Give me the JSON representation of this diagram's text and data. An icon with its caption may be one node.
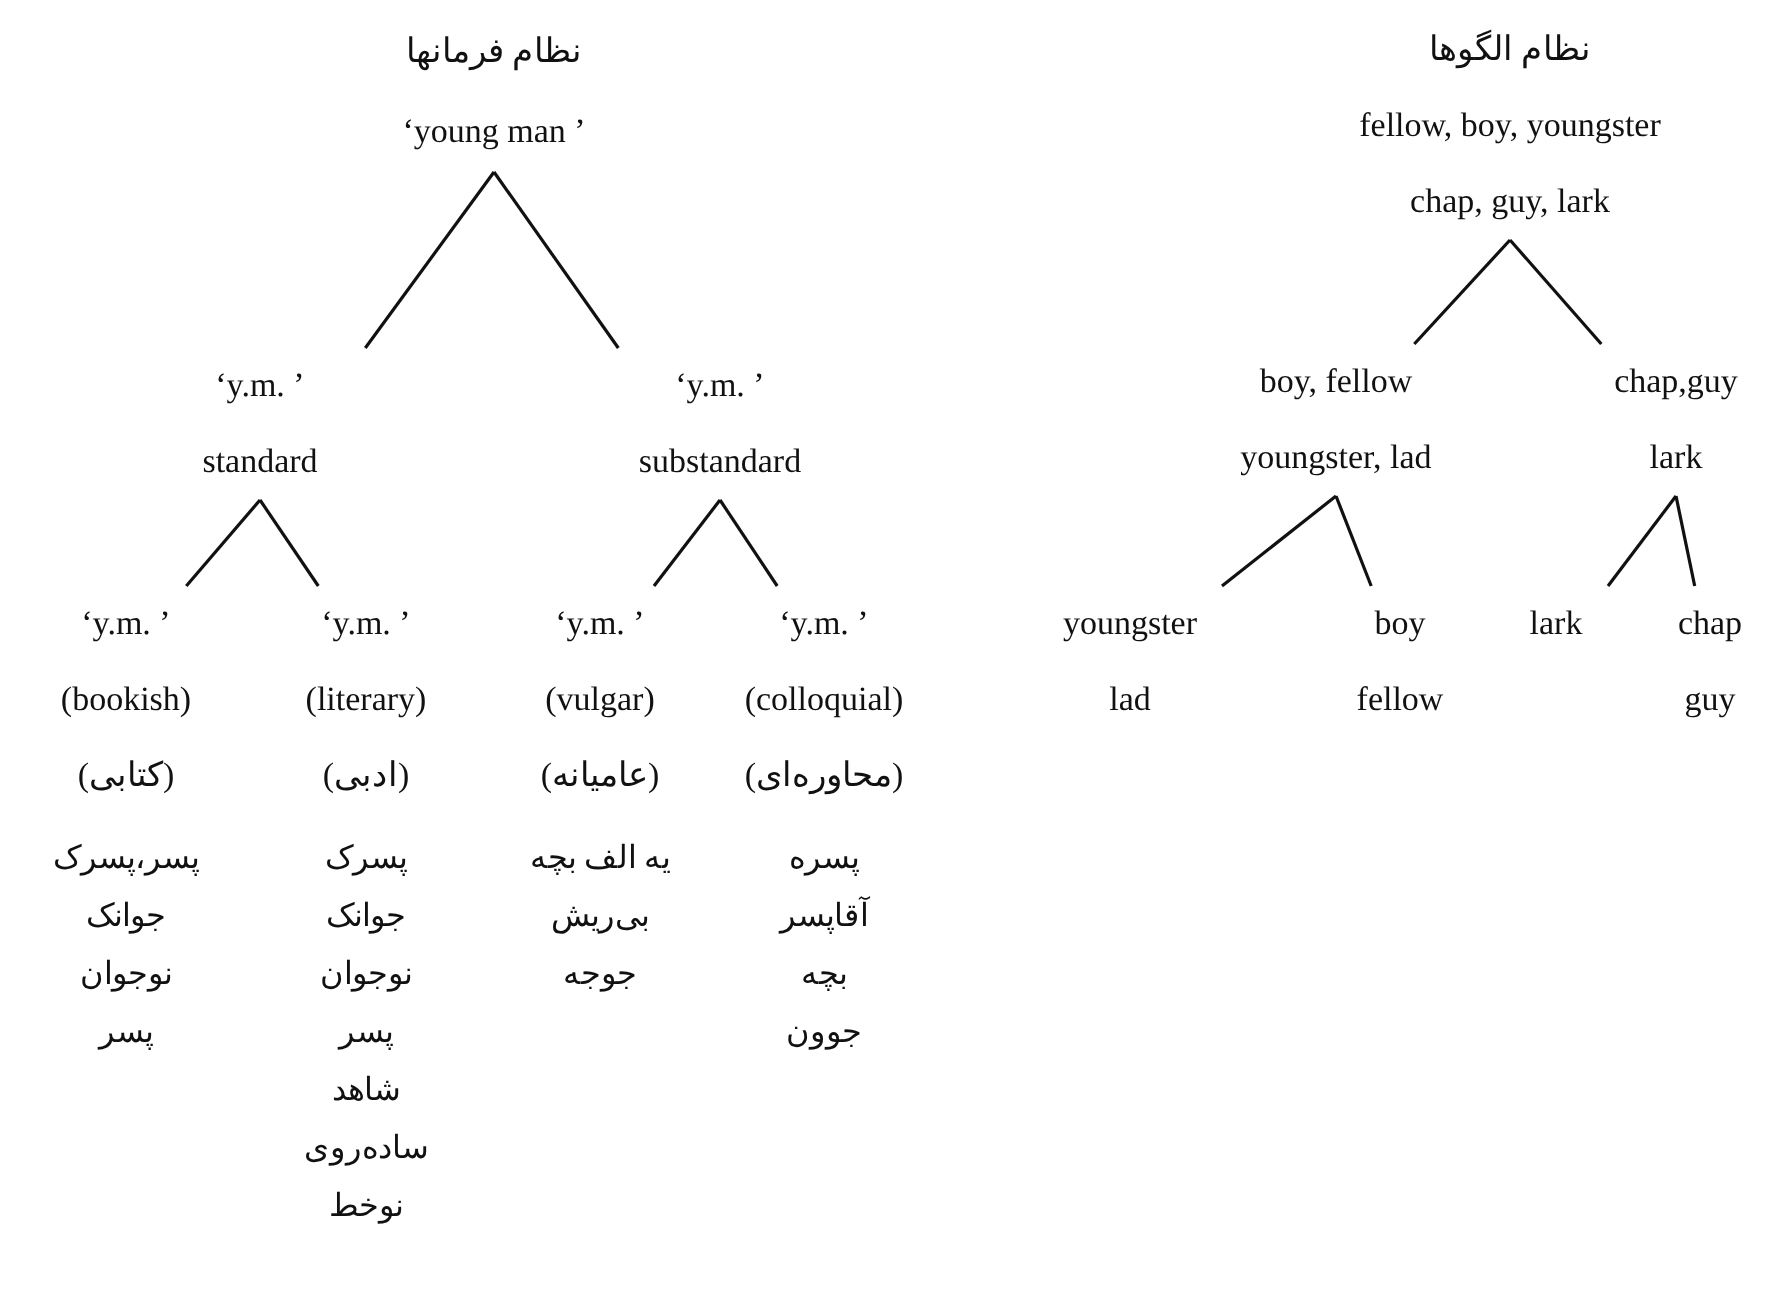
{
  "diagram": {
    "nodes": [
      {
        "text": [
          "نظام فرمانها",
          "‘young man ’"
        ]
      },
      {
        "text": [
          "‘y.m. ’",
          "standard"
        ]
      },
      {
        "text": [
          "‘y.m. ’",
          "substandard"
        ]
      },
      {
        "text": [
          "‘y.m. ’",
          "(bookish)",
          "(کتابی)",
          "پسر،پسرک",
          "جوانک",
          "نوجوان",
          "پسر"
        ]
      },
      {
        "text": [
          "‘y.m. ’",
          "(literary)",
          "(ادبی)",
          "پسرک",
          "جوانک",
          "نوجوان",
          "پسر",
          "شاهد",
          "ساده‌روی",
          "نوخط"
        ]
      },
      {
        "text": [
          "‘y.m. ’",
          "(vulgar)",
          "(عامیانه)",
          "یه الف بچه",
          "بی‌ریش",
          "جوجه"
        ]
      },
      {
        "text": [
          "‘y.m. ’",
          "(colloquial)",
          "(محاوره‌ای)",
          "پسره",
          "آقاپسر",
          "بچه",
          "جوون"
        ]
      },
      {
        "text": [
          "نظام الگوها",
          "fellow, boy, youngster",
          "chap, guy, lark"
        ]
      },
      {
        "text": [
          "boy, fellow",
          "youngster, lad"
        ]
      },
      {
        "text": [
          "chap,guy",
          "lark"
        ]
      },
      {
        "text": [
          "youngster",
          "lad"
        ]
      },
      {
        "text": [
          "boy",
          "fellow"
        ]
      },
      {
        "text": [
          "lark"
        ]
      },
      {
        "text": [
          "chap",
          "guy"
        ]
      }
    ],
    "edges": [
      {
        "from": 0,
        "to": 1,
        "arrow": "none"
      },
      {
        "from": 0,
        "to": 2,
        "arrow": "none"
      },
      {
        "from": 1,
        "to": 3,
        "arrow": "none"
      },
      {
        "from": 1,
        "to": 4,
        "arrow": "none"
      },
      {
        "from": 2,
        "to": 5,
        "arrow": "none"
      },
      {
        "from": 2,
        "to": 6,
        "arrow": "none"
      },
      {
        "from": 7,
        "to": 8,
        "arrow": "none"
      },
      {
        "from": 7,
        "to": 9,
        "arrow": "none"
      },
      {
        "from": 8,
        "to": 10,
        "arrow": "none"
      },
      {
        "from": 8,
        "to": 11,
        "arrow": "none"
      },
      {
        "from": 9,
        "to": 12,
        "arrow": "none"
      },
      {
        "from": 9,
        "to": 13,
        "arrow": "none"
      }
    ]
  }
}
